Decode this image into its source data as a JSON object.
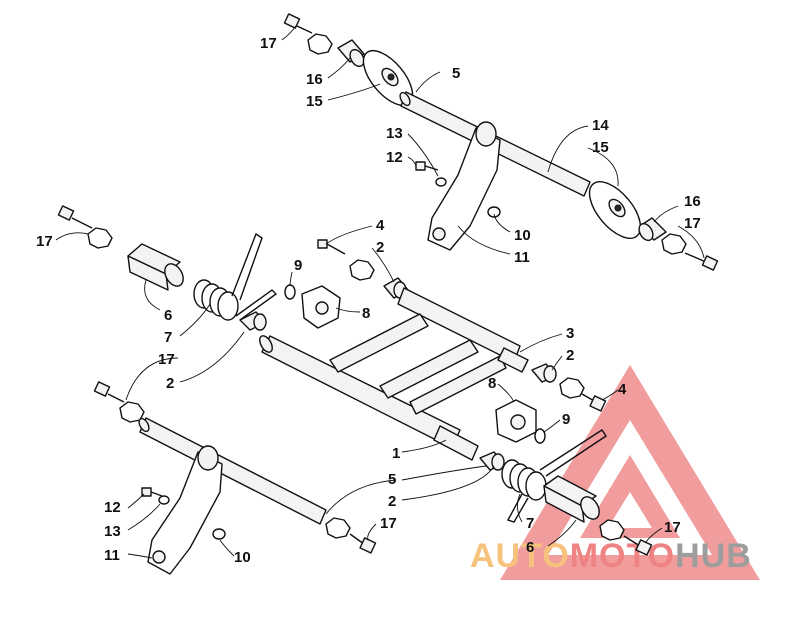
{
  "diagram": {
    "callouts": [
      {
        "id": "c17a",
        "text": "17"
      },
      {
        "id": "c16a",
        "text": "16"
      },
      {
        "id": "c15a",
        "text": "15"
      },
      {
        "id": "c5a",
        "text": "5"
      },
      {
        "id": "c13a",
        "text": "13"
      },
      {
        "id": "c12a",
        "text": "12"
      },
      {
        "id": "c14a",
        "text": "14"
      },
      {
        "id": "c15b",
        "text": "15"
      },
      {
        "id": "c16b",
        "text": "16"
      },
      {
        "id": "c17b",
        "text": "17"
      },
      {
        "id": "c10a",
        "text": "10"
      },
      {
        "id": "c11a",
        "text": "11"
      },
      {
        "id": "c17c",
        "text": "17"
      },
      {
        "id": "c4a",
        "text": "4"
      },
      {
        "id": "c2a",
        "text": "2"
      },
      {
        "id": "c9a",
        "text": "9"
      },
      {
        "id": "c8a",
        "text": "8"
      },
      {
        "id": "c6a",
        "text": "6"
      },
      {
        "id": "c7a",
        "text": "7"
      },
      {
        "id": "c17d",
        "text": "17"
      },
      {
        "id": "c2b",
        "text": "2"
      },
      {
        "id": "c3a",
        "text": "3"
      },
      {
        "id": "c2c",
        "text": "2"
      },
      {
        "id": "c8b",
        "text": "8"
      },
      {
        "id": "c4b",
        "text": "4"
      },
      {
        "id": "c9b",
        "text": "9"
      },
      {
        "id": "c1a",
        "text": "1"
      },
      {
        "id": "c5b",
        "text": "5"
      },
      {
        "id": "c2d",
        "text": "2"
      },
      {
        "id": "c12b",
        "text": "12"
      },
      {
        "id": "c13b",
        "text": "13"
      },
      {
        "id": "c11b",
        "text": "11"
      },
      {
        "id": "c10b",
        "text": "10"
      },
      {
        "id": "c17e",
        "text": "17"
      },
      {
        "id": "c7b",
        "text": "7"
      },
      {
        "id": "c6b",
        "text": "6"
      },
      {
        "id": "c17f",
        "text": "17"
      }
    ]
  },
  "watermark": {
    "word_part1": "AUTO",
    "word_part2": "MOTO",
    "word_part3": "HUB",
    "color_light": "#f7c98a",
    "color_red": "#e85c5c",
    "color_gray": "#9a9a9a"
  }
}
